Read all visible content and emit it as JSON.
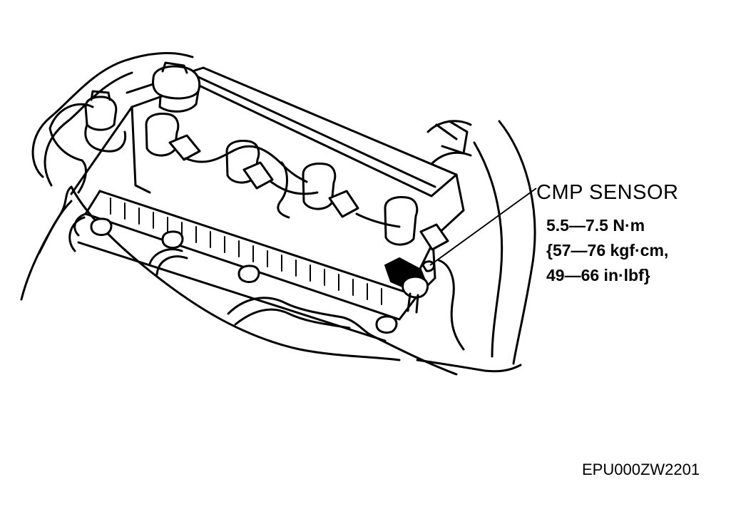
{
  "callout": {
    "title": "CMP SENSOR",
    "torque_lines": [
      "5.5—7.5 N·m",
      "{57—76 kgf·cm,",
      "49—66 in·lbf}"
    ]
  },
  "figure_code": "EPU000ZW2201",
  "colors": {
    "ink": "#000000",
    "paper": "#ffffff"
  }
}
